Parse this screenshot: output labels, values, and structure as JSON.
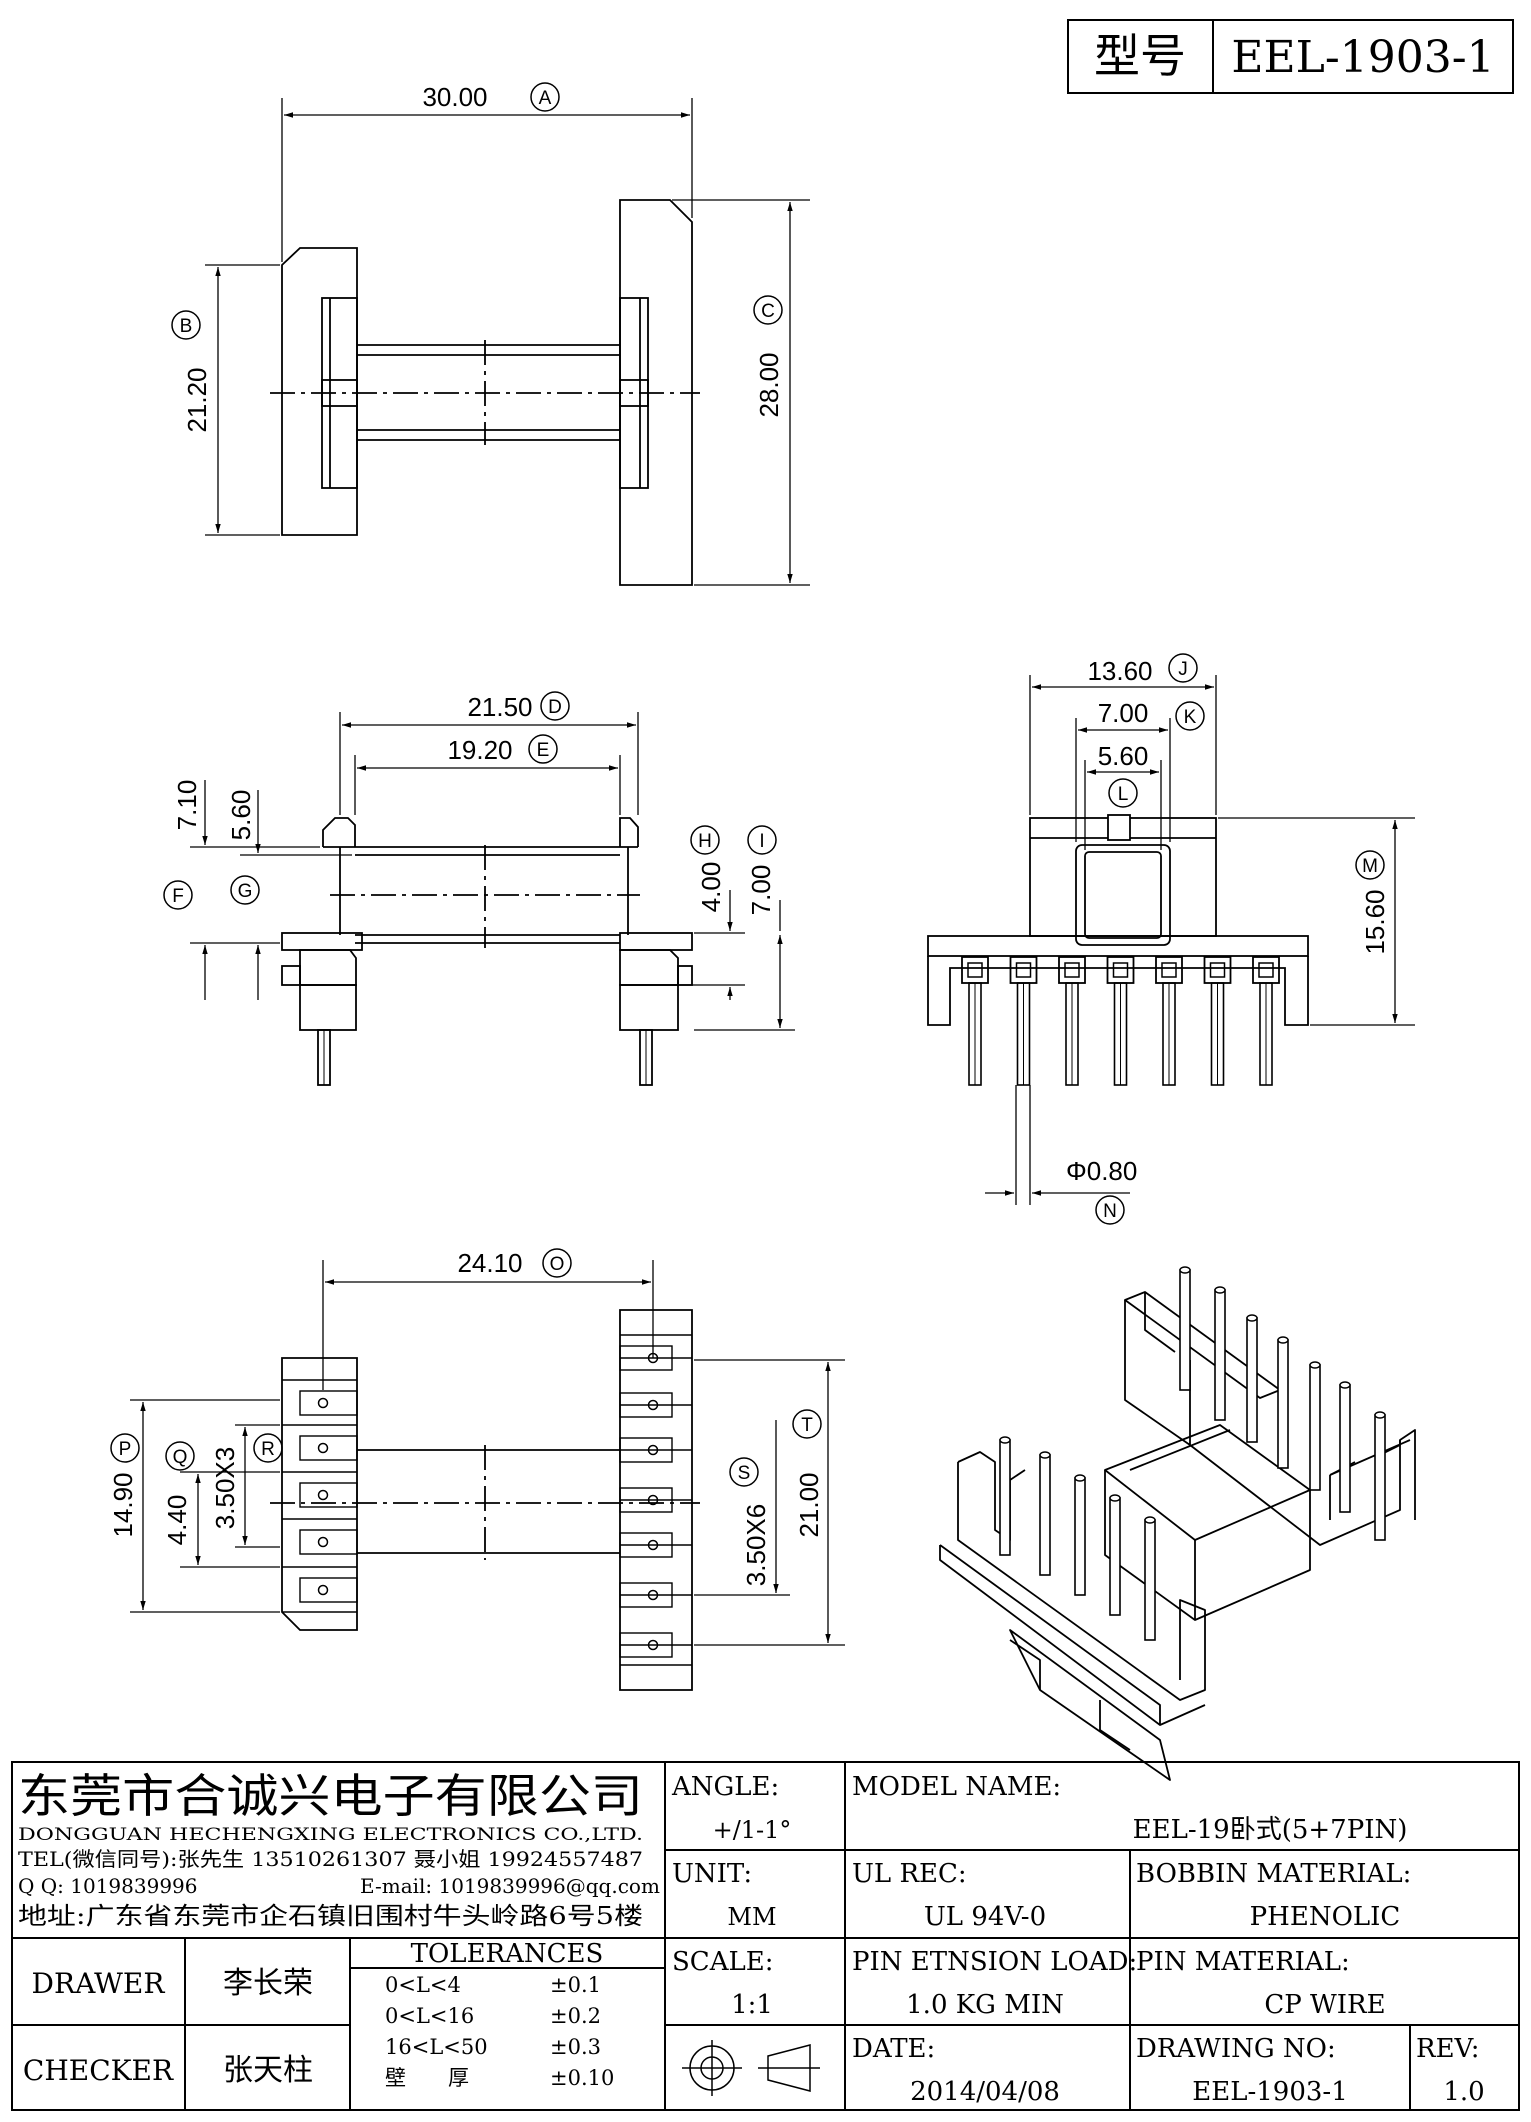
{
  "header": {
    "model_label": "型号",
    "model_value": "EEL-1903-1"
  },
  "dims": {
    "A": "30.00",
    "B": "21.20",
    "C": "28.00",
    "D": "21.50",
    "E": "19.20",
    "F": "7.10",
    "G": "5.60",
    "H": "4.00",
    "I": "7.00",
    "J": "13.60",
    "K": "7.00",
    "L": "5.60",
    "M": "15.60",
    "N": "Φ0.80",
    "O": "24.10",
    "P": "14.90",
    "Q": "4.40",
    "R": "3.50X3",
    "S": "3.50X6",
    "T": "21.00"
  },
  "letters": [
    "A",
    "B",
    "C",
    "D",
    "E",
    "F",
    "G",
    "H",
    "I",
    "J",
    "K",
    "L",
    "M",
    "N",
    "O",
    "P",
    "Q",
    "R",
    "S",
    "T"
  ],
  "company": {
    "name_cn": "东莞市合诚兴电子有限公司",
    "name_en": "DONGGUAN HECHENGXING ELECTRONICS CO.,LTD.",
    "tel": "TEL(微信同号):张先生 13510261307 聂小姐 19924557487",
    "qq": "Q Q: 1019839996",
    "email": "E-mail: 1019839996@qq.com",
    "address": "地址:广东省东莞市企石镇旧围村牛头岭路6号5楼"
  },
  "title_block": {
    "angle_label": "ANGLE:",
    "angle_value": "+/1-1°",
    "unit_label": "UNIT:",
    "unit_value": "MM",
    "scale_label": "SCALE:",
    "scale_value": "1:1",
    "model_name_label": "MODEL NAME:",
    "model_name_value": "EEL-19卧式(5+7PIN)",
    "ul_label": "UL REC:",
    "ul_value": "UL 94V-0",
    "bobbin_label": "BOBBIN MATERIAL:",
    "bobbin_value": "PHENOLIC",
    "load_label": "PIN ETNSION LOAD:",
    "load_value": "1.0 KG MIN",
    "pin_label": "PIN MATERIAL:",
    "pin_value": "CP WIRE",
    "date_label": "DATE:",
    "date_value": "2014/04/08",
    "drawing_label": "DRAWING NO:",
    "drawing_value": "EEL-1903-1",
    "rev_label": "REV:",
    "rev_value": "1.0",
    "drawer_label": "DRAWER",
    "drawer_value": "李长荣",
    "checker_label": "CHECKER",
    "checker_value": "张天柱",
    "tolerances_label": "TOLERANCES",
    "tolerances": [
      {
        "range": "0<L<4",
        "tol": "±0.1"
      },
      {
        "range": "0<L<16",
        "tol": "±0.2"
      },
      {
        "range": "16<L<50",
        "tol": "±0.3"
      },
      {
        "range": "壁　　厚",
        "tol": "±0.10"
      }
    ]
  }
}
